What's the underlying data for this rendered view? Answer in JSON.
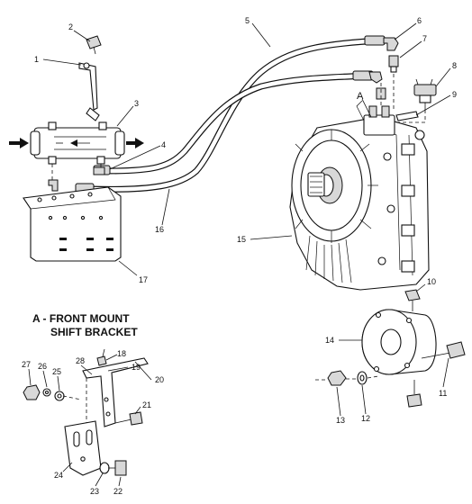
{
  "callouts": [
    "1",
    "2",
    "3",
    "4",
    "5",
    "6",
    "7",
    "8",
    "9",
    "10",
    "11",
    "12",
    "13",
    "14",
    "15",
    "16",
    "17",
    "18",
    "19",
    "20",
    "21",
    "22",
    "23",
    "24",
    "25",
    "26",
    "27",
    "28"
  ],
  "view_marker": "A",
  "inset": {
    "title_line1": "A - FRONT MOUNT",
    "title_line2": "SHIFT BRACKET"
  }
}
